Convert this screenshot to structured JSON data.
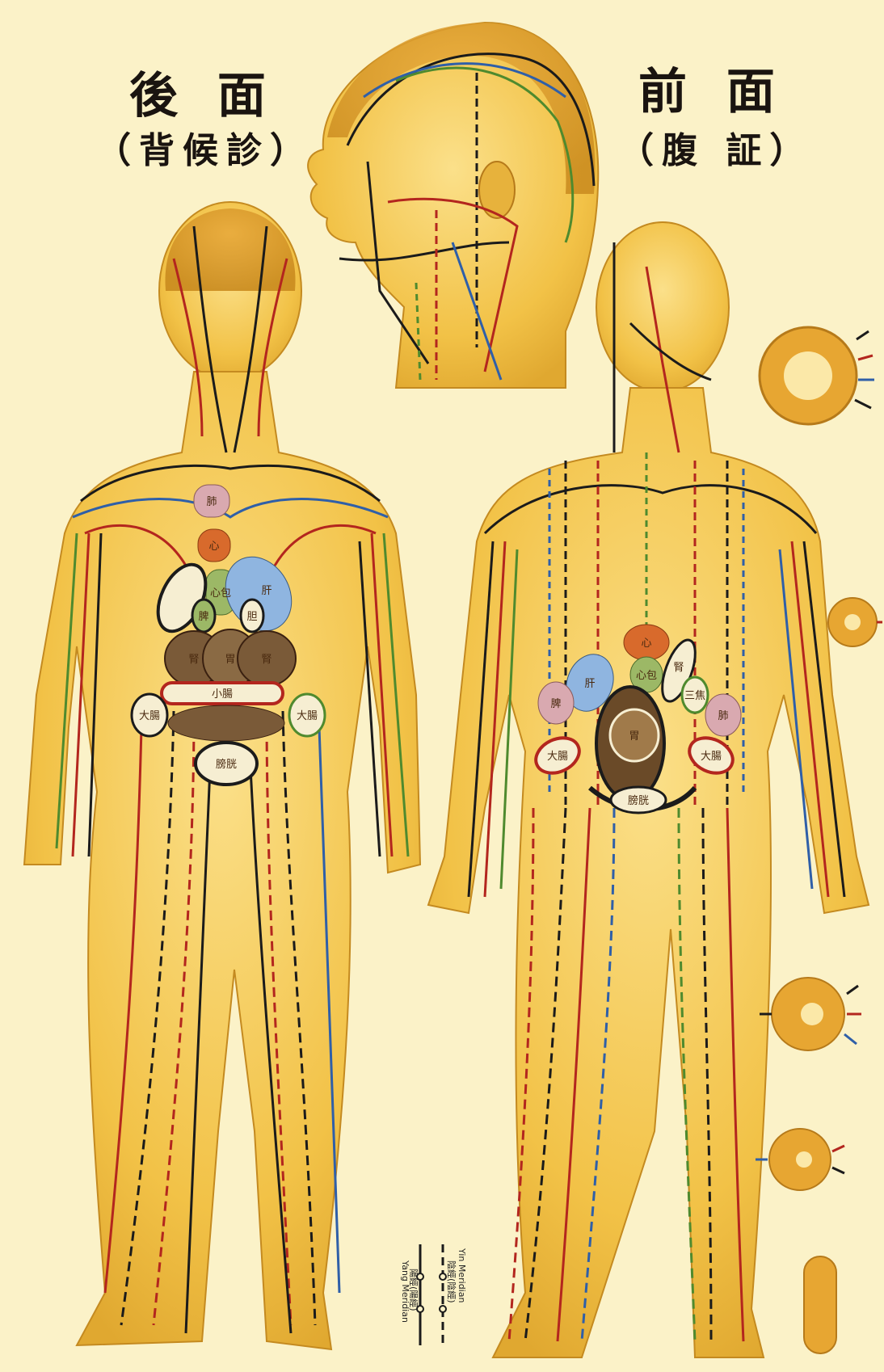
{
  "headings": {
    "back_title": "後 面",
    "back_subtitle": "（背候診）",
    "front_title": "前 面",
    "front_subtitle": "（腹 証）"
  },
  "back_organs": [
    {
      "label": "肺"
    },
    {
      "label": "心"
    },
    {
      "label": "心包"
    },
    {
      "label": "肝"
    },
    {
      "label": "胆"
    },
    {
      "label": "脾"
    },
    {
      "label": "腎"
    },
    {
      "label": "胃"
    },
    {
      "label": "腎"
    },
    {
      "label": "小腸"
    },
    {
      "label": "大腸"
    },
    {
      "label": "大腸"
    },
    {
      "label": "膀胱"
    }
  ],
  "front_organs": [
    {
      "label": "心"
    },
    {
      "label": "心包"
    },
    {
      "label": "肝"
    },
    {
      "label": "胃"
    },
    {
      "label": "三焦"
    },
    {
      "label": "脾"
    },
    {
      "label": "肺"
    },
    {
      "label": "腎"
    },
    {
      "label": "大腸"
    },
    {
      "label": "大腸"
    },
    {
      "label": "膀胱"
    }
  ],
  "legend": {
    "yin": "Yin Meridian",
    "yang": "Yang Meridian",
    "yin_cn": "陰經(陰經)",
    "yang_cn": "陽經(陽經)"
  },
  "meridian_colors": {
    "black": "#1b1b1b",
    "red": "#b3261e",
    "blue": "#2f5fa8",
    "green": "#4f8a2e",
    "brown": "#7a4a1e"
  },
  "body_color": "#f3c44a",
  "background_color": "#fbf2c8"
}
